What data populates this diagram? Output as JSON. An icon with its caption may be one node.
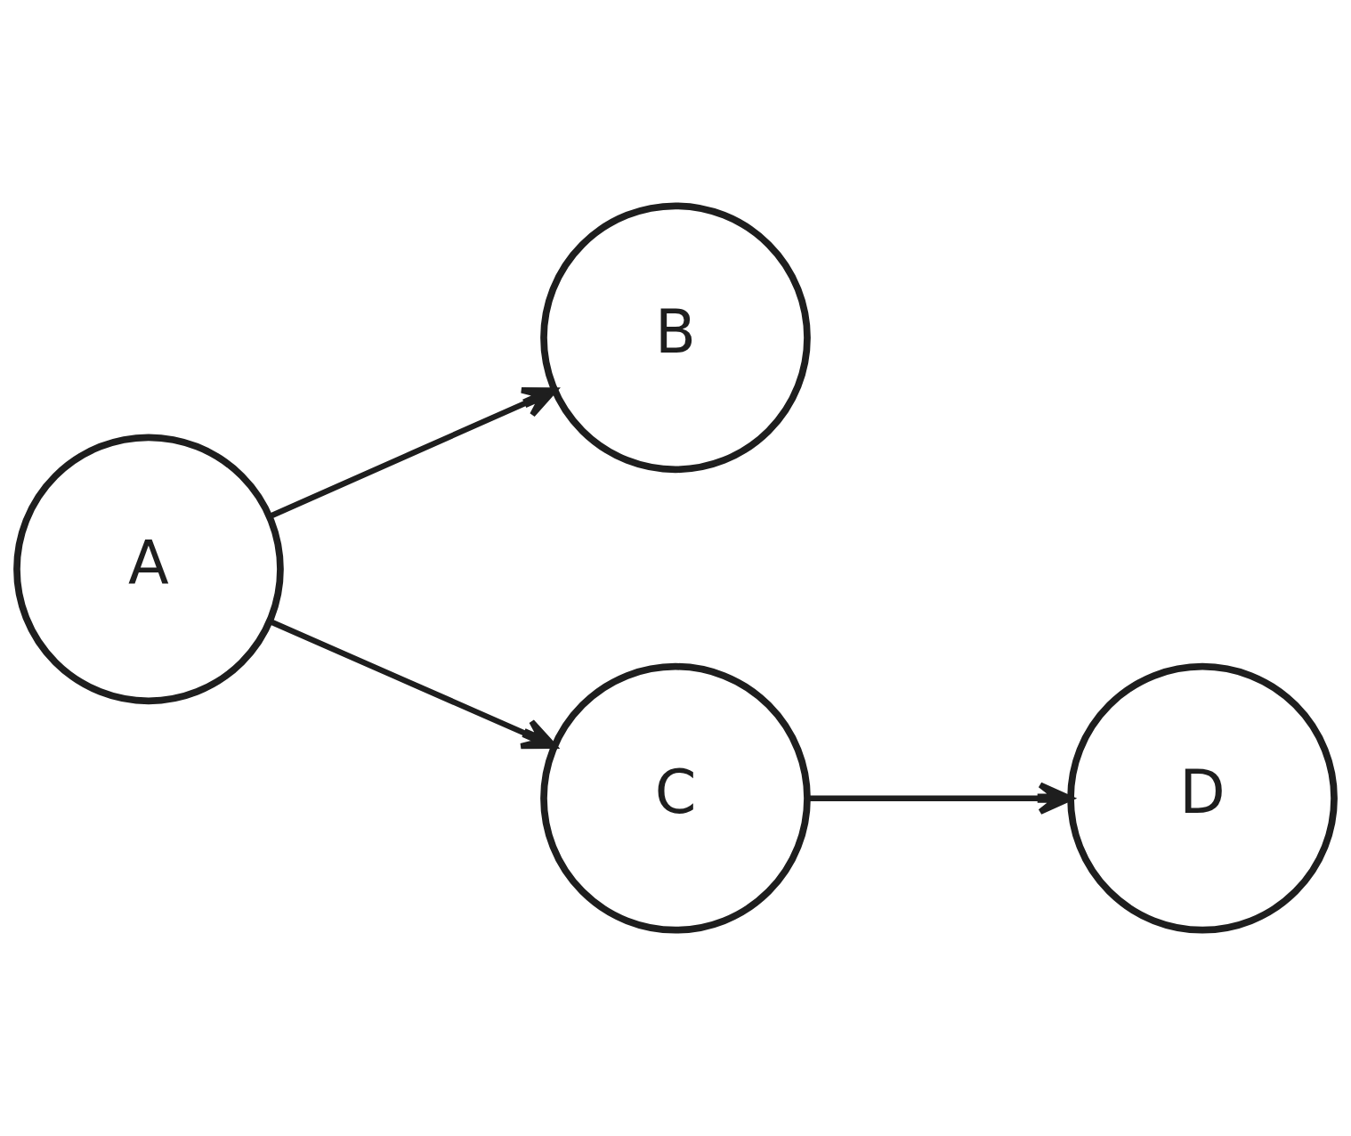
{
  "diagram": {
    "nodes": [
      {
        "text": [
          "A"
        ]
      },
      {
        "text": [
          "B"
        ]
      },
      {
        "text": [
          "C"
        ]
      },
      {
        "text": [
          "D"
        ]
      }
    ],
    "edges": [
      {
        "from": 0,
        "to": 1,
        "arrow": "to"
      },
      {
        "from": 0,
        "to": 2,
        "arrow": "to"
      },
      {
        "from": 2,
        "to": 3,
        "arrow": "to"
      }
    ]
  }
}
